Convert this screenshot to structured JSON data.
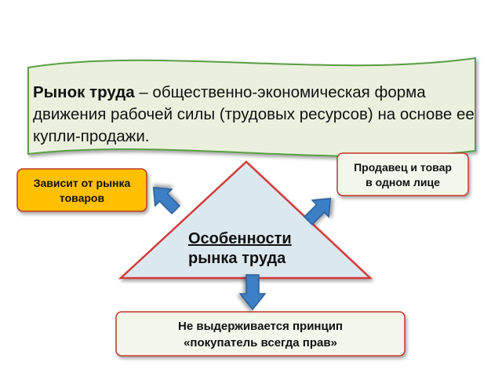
{
  "definition": {
    "term": "Рынок труда",
    "text": " – общественно-экономическая форма движения рабочей силы (трудовых ресурсов) на основе ее купли-продажи."
  },
  "center": {
    "line1": "Особенности",
    "line2": "рынка труда"
  },
  "left_box": {
    "line1": "Зависит от рынка",
    "line2": "товаров"
  },
  "right_box": {
    "line1": "Продавец и товар",
    "line2": "в одном лице"
  },
  "bottom_box": {
    "line1": "Не выдерживается принцип",
    "line2": "«покупатель всегда прав»"
  },
  "colors": {
    "banner_fill": "#EBF0DE",
    "banner_stroke": "#5A9E44",
    "triangle_fill": "#DCE8F0",
    "triangle_stroke": "#D23A3A",
    "left_box_fill": "#FFC000",
    "left_box_stroke": "#C0392B",
    "box_fill": "#F3F6EA",
    "box_stroke": "#C0392B",
    "arrow_fill": "#3C7FC4",
    "arrow_stroke": "#2A5E98"
  }
}
